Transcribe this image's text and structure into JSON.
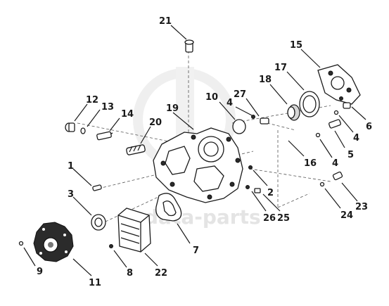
{
  "watermark": {
    "text": "data-parts"
  },
  "callouts": [
    {
      "id": "21",
      "label": "21"
    },
    {
      "id": "15",
      "label": "15"
    },
    {
      "id": "17",
      "label": "17"
    },
    {
      "id": "18",
      "label": "18"
    },
    {
      "id": "10",
      "label": "10"
    },
    {
      "id": "4a",
      "label": "4"
    },
    {
      "id": "27",
      "label": "27"
    },
    {
      "id": "12",
      "label": "12"
    },
    {
      "id": "13",
      "label": "13"
    },
    {
      "id": "14",
      "label": "14"
    },
    {
      "id": "19",
      "label": "19"
    },
    {
      "id": "20",
      "label": "20"
    },
    {
      "id": "6",
      "label": "6"
    },
    {
      "id": "4b",
      "label": "4"
    },
    {
      "id": "4c",
      "label": "4"
    },
    {
      "id": "5",
      "label": "5"
    },
    {
      "id": "16",
      "label": "16"
    },
    {
      "id": "1",
      "label": "1"
    },
    {
      "id": "2",
      "label": "2"
    },
    {
      "id": "3",
      "label": "3"
    },
    {
      "id": "23",
      "label": "23"
    },
    {
      "id": "24",
      "label": "24"
    },
    {
      "id": "26",
      "label": "26"
    },
    {
      "id": "25",
      "label": "25"
    },
    {
      "id": "7",
      "label": "7"
    },
    {
      "id": "9",
      "label": "9"
    },
    {
      "id": "8",
      "label": "8"
    },
    {
      "id": "22",
      "label": "22"
    },
    {
      "id": "11",
      "label": "11"
    }
  ]
}
